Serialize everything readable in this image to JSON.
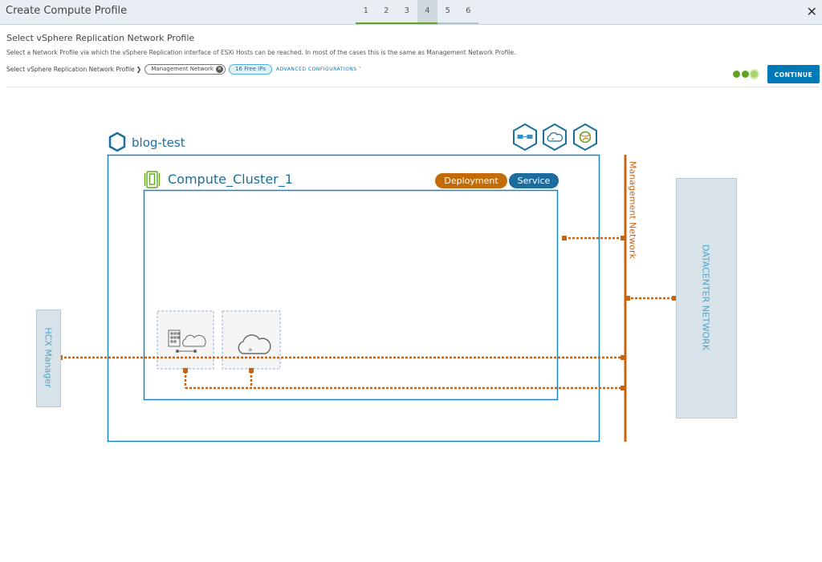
{
  "header": {
    "title": "Create Compute Profile",
    "steps": [
      "1",
      "2",
      "3",
      "4",
      "5",
      "6"
    ],
    "active_step": 4
  },
  "section": {
    "title": "Select vSphere Replication Network Profile",
    "description": "Select a Network Profile via which the vSphere Replication interface of ESXi Hosts can be reached. In most of the cases this is the same as Management Network Profile.",
    "select_label": "Select vSphere Replication Network Profile",
    "selected_network": "Management Network",
    "free_ips": "16 Free IPs",
    "advanced_link": "ADVANCED CONFIGURATIONS",
    "continue_label": "CONTINUE"
  },
  "diagram": {
    "site_name": "blog-test",
    "cluster_name": "Compute_Cluster_1",
    "badge_deployment": "Deployment",
    "badge_service": "Service",
    "hcx_manager": "HCX Manager",
    "management_network": "Management Network",
    "datacenter_network": "DATACENTER NETWORK"
  },
  "colors": {
    "accent": "#0079b8",
    "site_blue": "#1a6f9e",
    "network_orange": "#c8640f",
    "deployment_badge": "#c26b07",
    "service_badge": "#1b6d9e",
    "progress_green": "#62a420"
  }
}
